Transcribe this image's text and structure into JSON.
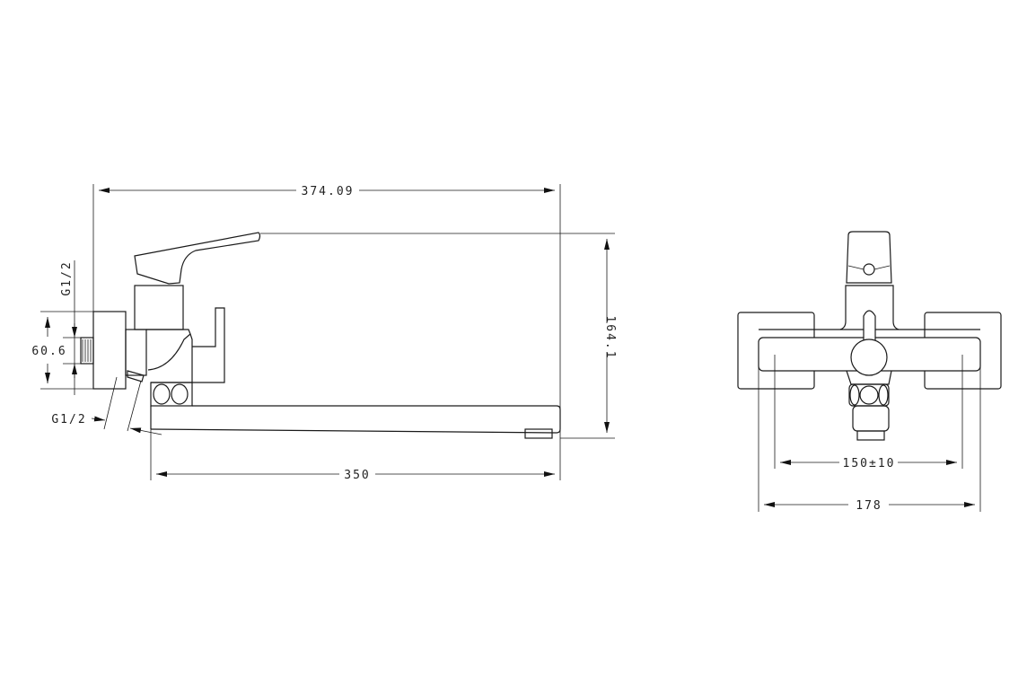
{
  "drawing": {
    "side_view": {
      "overall_length": "374.09",
      "height": "164.1",
      "spout_length": "350",
      "eccentric_spacing": "60.6",
      "thread_top": "G1/2",
      "thread_bottom": "G1/2"
    },
    "front_view": {
      "connection_spacing": "150±10",
      "overall_width": "178"
    },
    "line_color": "#1a1a1a"
  }
}
